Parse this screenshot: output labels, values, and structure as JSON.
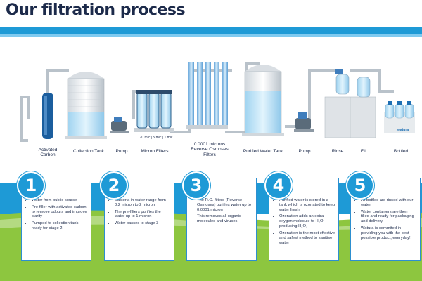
{
  "title": "Our filtration process",
  "colors": {
    "primary_blue": "#1e9ad6",
    "light_blue": "#7fcaf0",
    "green": "#8dc63f",
    "navy": "#1c2a4a"
  },
  "stages": [
    {
      "label": "Activated\nCarbon"
    },
    {
      "label": "Collection Tank"
    },
    {
      "label": "Pump"
    },
    {
      "label": "Micron Filters"
    },
    {
      "label": "0.0001 microns\nReverse Osmoses\nFilters"
    },
    {
      "label": "Purified Water Tank"
    },
    {
      "label": "Pump"
    },
    {
      "label": "Rinse"
    },
    {
      "label": "Fill"
    },
    {
      "label": "Bottled"
    }
  ],
  "micron_labels": [
    "20 mic",
    "5 mic",
    "1 mic"
  ],
  "bottle_brand": "watura",
  "steps": [
    {
      "number": "1",
      "bullets": [
        "Water from public source",
        "Pre-filler with activated carbon to remove odours and improve clarity",
        "Pumped to collection tank ready for stage 2"
      ]
    },
    {
      "number": "2",
      "bullets": [
        "Bacteria in water range from 0.2 micron to 2 micron",
        "The pre-filters purifies the water up to 1 micron",
        "Water passes to stage 3"
      ]
    },
    {
      "number": "3",
      "bullets": [
        "The R.O. filters (Reverse Osmoses) purifies water up to 0.0001 micron",
        "This removes all organic molecules and viruses"
      ]
    },
    {
      "number": "4",
      "bullets": [
        "Purified water is stored in a tank which is ozonated to keep water fresh",
        "Ozonation adds an extra oxygen molecule to H₂O producing H₂O₃",
        "Ozonation is the most effective and safest method to sanitise water"
      ]
    },
    {
      "number": "5",
      "bullets": [
        "All bottles are rinsed with our water",
        "Water containers are then filled and ready for packaging and delivery.",
        "Watura is commited in providing you with the best possible product, everyday!"
      ]
    }
  ]
}
